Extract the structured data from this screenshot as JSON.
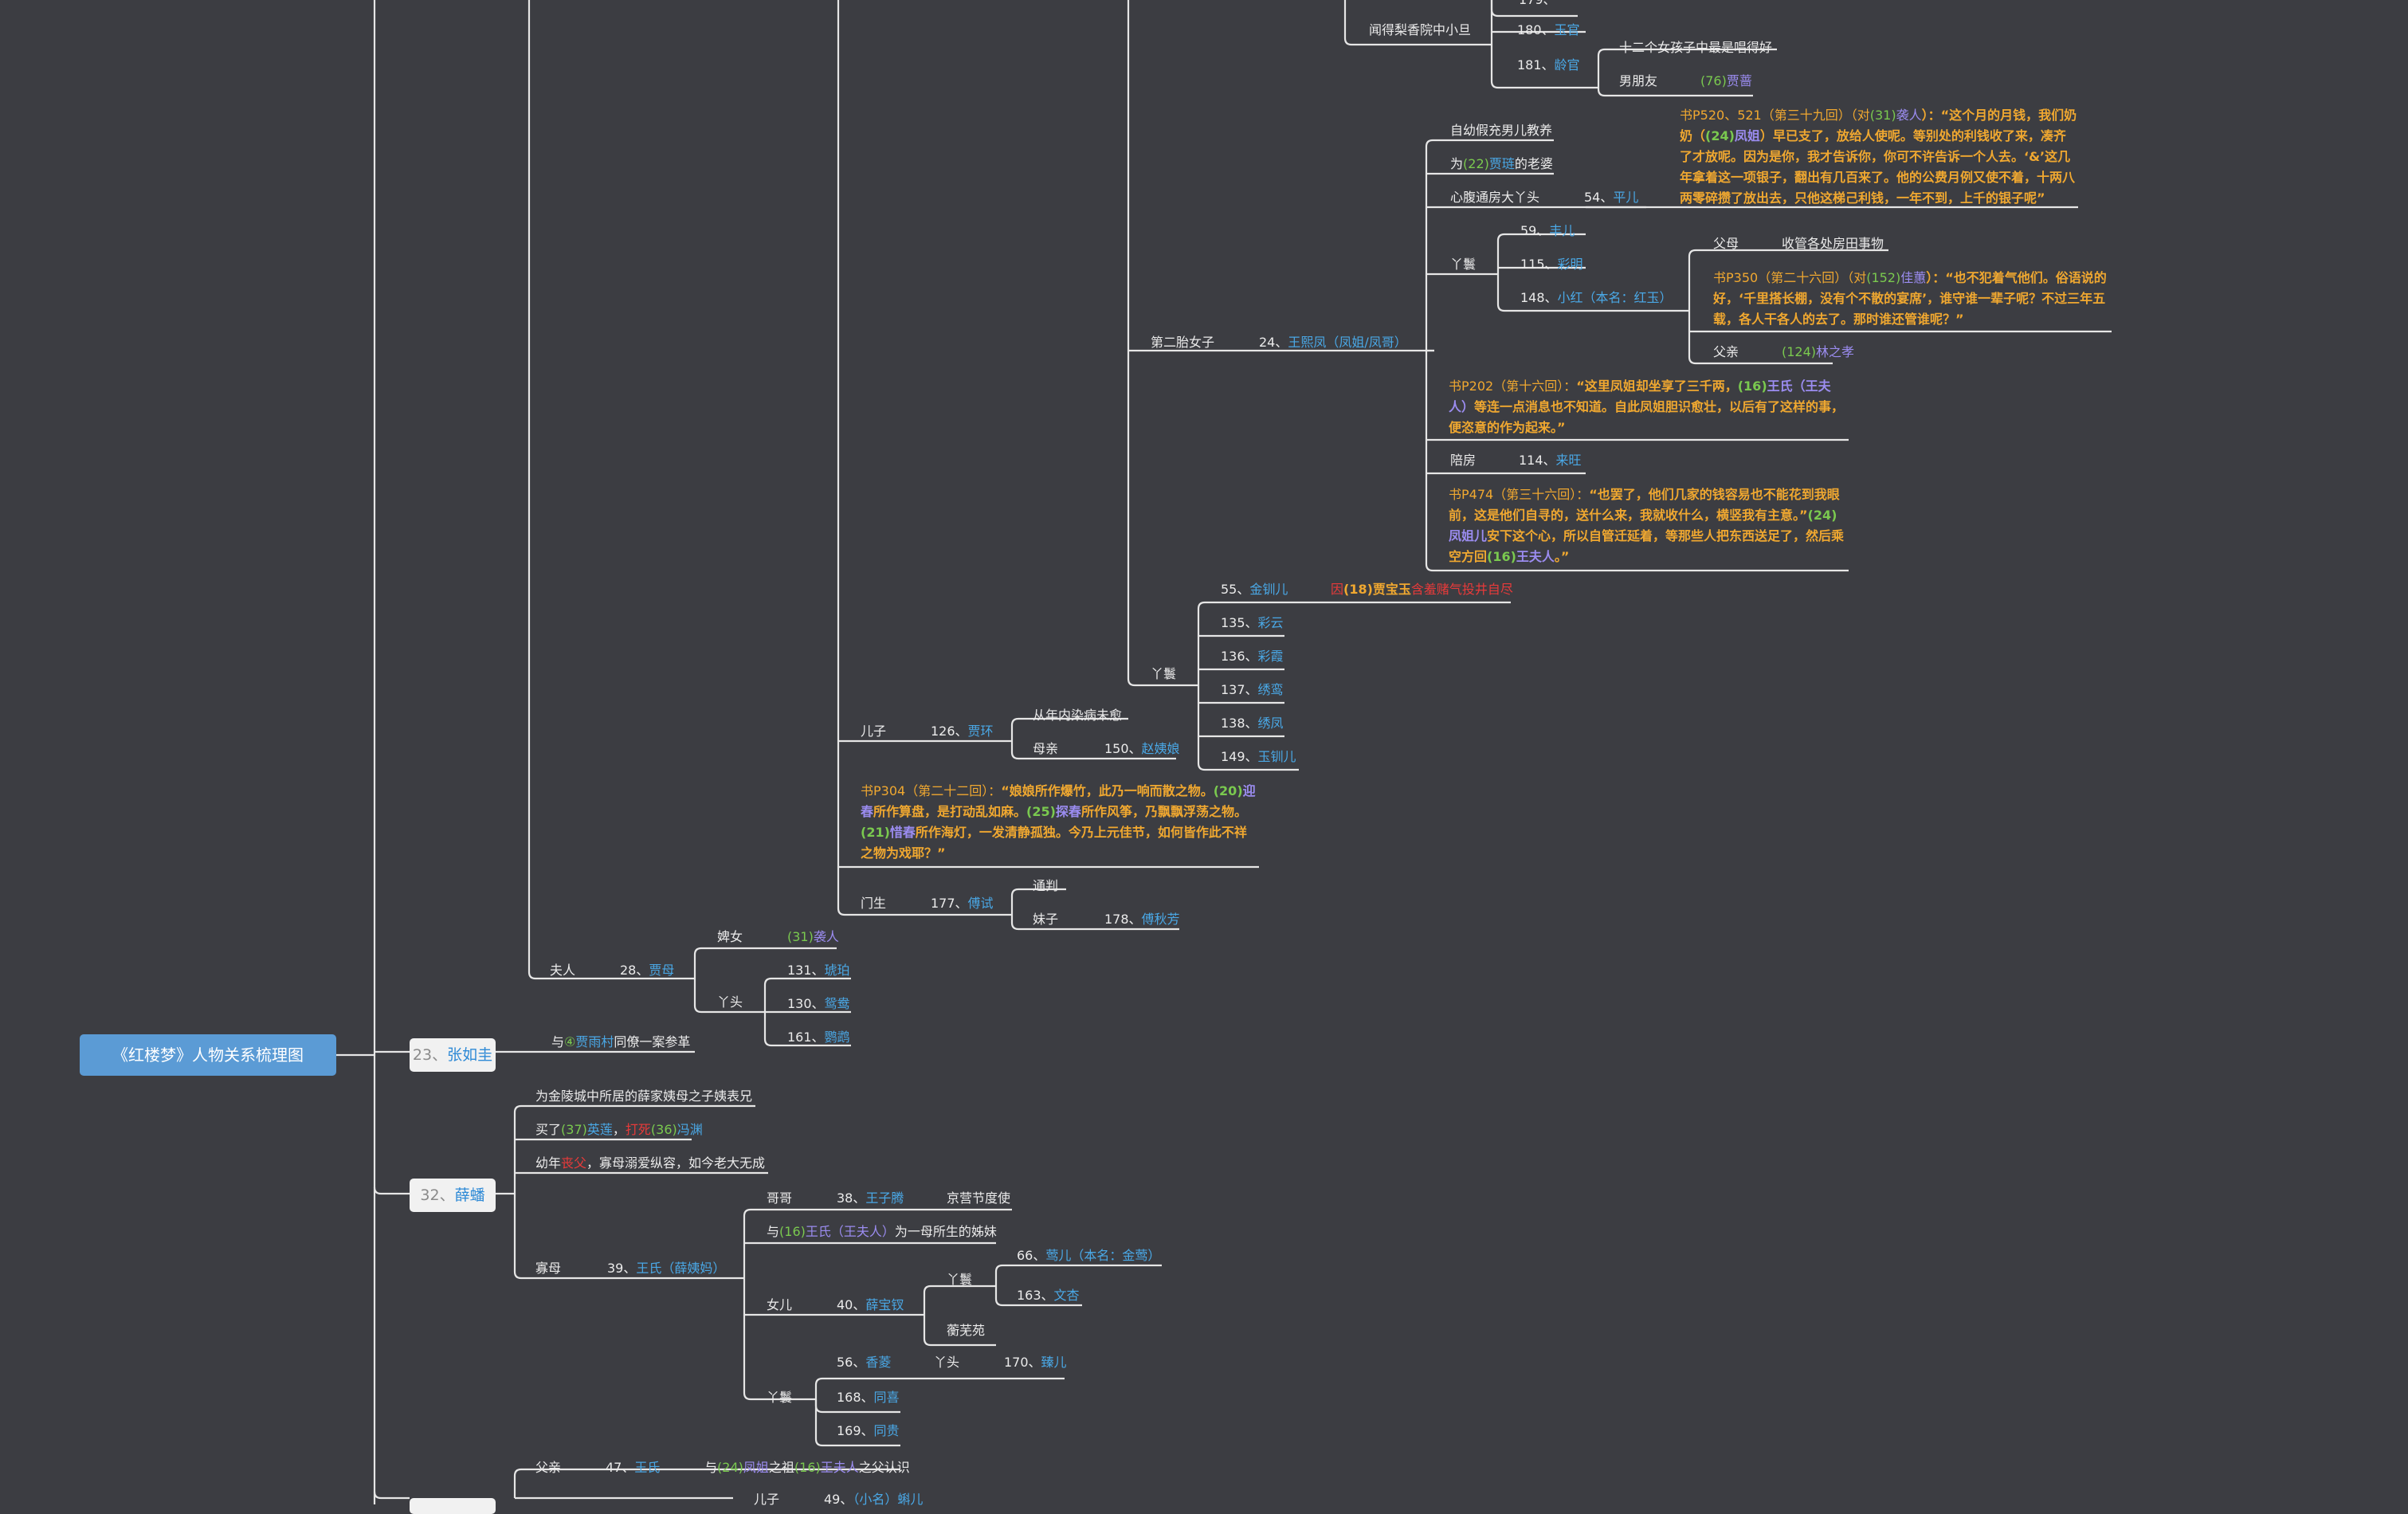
{
  "root": {
    "title": "《红楼梦》人物关系梳理图"
  },
  "top": {
    "idx179": "179、",
    "xiaodan": "闻得梨香院中小旦",
    "n180": "180、",
    "yuguan": "玉官",
    "n181": "181、",
    "linguan": "龄官",
    "best": "十二个女孩子中最是唱得好",
    "boyfriend": "男朋友",
    "n76": "(76)",
    "qiang": "贾蔷"
  },
  "fengjie": {
    "label": "第二胎女子",
    "n24": "24、",
    "name": "王熙凤（凤姐/凤哥）",
    "f1": "自幼假充男儿教养",
    "f2_pre": "为",
    "f2_num": "(22)",
    "f2_name": "贾琏",
    "f2_suf": "的老婆",
    "f3": "心腹通房大丫头",
    "n54": "54、",
    "pinger": "平儿",
    "q1_ref": "书P520、521（第三十九回）（对",
    "q1_n31": "(31)",
    "q1_xiren": "袭人",
    "q1_a": "）：“这个月的月钱，我们奶奶（",
    "q1_n24": "(24)",
    "q1_fj": "凤姐",
    "q1_b": "）早已支了，放给人使呢。等别处的利钱收了来，凑齐了才放呢。因为是你，我才告诉你，你可不许告诉一个人去。‘&’这几年拿着这一项银子，翻出有几百来了。他的公费月例又使不着，十两八两零碎攒了放出去，只他这梯己利钱，一年不到，上千的银子呢”",
    "yahuan": "丫鬟",
    "n59": "59、",
    "fenger": "丰儿",
    "n115": "115、",
    "caiming": "彩明",
    "n148": "148、",
    "xiaohong": "小红（本名：红玉）",
    "fumu": "父母",
    "fumu_task": "收管各处房田事物",
    "q2_ref": "书P350（第二十六回）（对",
    "q2_n152": "(152)",
    "q2_jiayun": "佳蕙",
    "q2_a": "）：“也不犯着气他们。俗语说的好，‘千里搭长棚，没有个不散的宴席’，谁守谁一辈子呢？不过三年五载，各人干各人的去了。那时谁还管谁呢？”",
    "fuqin": "父亲",
    "n124": "(124)",
    "lzx": "林之孝",
    "q3_ref": "书P202（第十六回）：",
    "q3_a": "“这里凤姐却坐享了三千两，",
    "q3_n16": "(16)",
    "q3_ws": "王氏（王夫人）",
    "q3_b": "等连一点消息也不知道。自此凤姐胆识愈壮，以后有了这样的事，便恣意的作为起来。”",
    "peifang": "陪房",
    "n114": "114、",
    "laiwang": "来旺",
    "q4_ref": "书P474（第三十六回）：",
    "q4_a": "“也罢了，他们几家的钱容易也不能花到我眼前，这是他们自寻的，送什么来，我就收什么，横竖我有主意。”",
    "q4_n24": "(24)",
    "q4_fj": "凤姐儿",
    "q4_b": "安下这个心，所以自管迁延着，等那些人把东西送足了，然后乘空方回",
    "q4_n16": "(16)",
    "q4_wfr": "王夫人",
    "q4_c": "。”"
  },
  "wangfuren": {
    "yahuan": "丫鬟",
    "n55": "55、",
    "jinchuan": "金钏儿",
    "ann_because": "因",
    "ann_n18": "(18)",
    "ann_bao": "贾宝玉",
    "ann_rest": "含羞赌气投井自尽",
    "n135": "135、",
    "caiyun": "彩云",
    "n136": "136、",
    "caixia": "彩霞",
    "n137": "137、",
    "xiuluan": "绣鸾",
    "n138": "138、",
    "xiufeng": "绣凤",
    "n149": "149、",
    "yuchuan": "玉钏儿"
  },
  "jiazheng": {
    "erzi": "儿子",
    "n126": "126、",
    "huan": "贾环",
    "huan_note": "从年内染病未愈",
    "muqin": "母亲",
    "n150": "150、",
    "zhao": "赵姨娘",
    "q5_ref": "书P304（第二十二回）：",
    "q5_a": "“娘娘所作爆竹，此乃一响而散之物。",
    "q5_n20": "(20)",
    "q5_yc": "迎春",
    "q5_b": "所作算盘，是打动乱如麻。",
    "q5_n25": "(25)",
    "q5_tc": "探春",
    "q5_c": "所作风筝，乃飘飘浮荡之物。",
    "q5_n21": "(21)",
    "q5_xc": "惜春",
    "q5_d": "所作海灯，一发清静孤独。今乃上元佳节，如何皆作此不祥之物为戏耶？”",
    "mensheng": "门生",
    "n177": "177、",
    "fushi": "傅试",
    "tongpan": "通判",
    "meizi": "妹子",
    "n178": "178、",
    "fqf": "傅秋芳"
  },
  "jiamu": {
    "furen": "夫人",
    "n28": "28、",
    "name": "贾母",
    "binv": "婢女",
    "n31": "(31)",
    "xiren": "袭人",
    "yatou": "丫头",
    "n131": "131、",
    "hupo": "琥珀",
    "n130": "130、",
    "yuanyang": "鸳鸯",
    "n161": "161、",
    "yingge": "鹦鹉"
  },
  "zhangruqui": {
    "n23": "23、",
    "name": "张如圭",
    "note_pre": "与",
    "note_n4": "④",
    "note_name": "贾雨村",
    "note_suf": "同僚一案参革"
  },
  "xuepan": {
    "n32": "32、",
    "name": "薛蟠",
    "p1": "为金陵城中所居的薛家姨母之子姨表兄",
    "p2_pre": "买了",
    "p2_n37": "(37)",
    "p2_yl": "英莲",
    "p2_mid": "，",
    "p2_beat": "打死",
    "p2_n36": "(36)",
    "p2_fy": "冯渊",
    "p3_pre": "幼年",
    "p3_dead": "丧父",
    "p3_suf": "，寡母溺爱纵容，如今老大无成",
    "guamu": "寡母",
    "n39": "39、",
    "xym": "王氏（薛姨妈）",
    "gege": "哥哥",
    "n38": "38、",
    "wzt": "王子腾",
    "wzt_note": "京营节度使",
    "sis_pre": "与",
    "sis_n16": "(16)",
    "sis_ws": "王氏（王夫人）",
    "sis_suf": "为一母所生的姊妹",
    "nver": "女儿",
    "n40": "40、",
    "baochai": "薛宝钗",
    "bc_yahuan": "丫鬟",
    "n66": "66、",
    "yinger": "莺儿（本名：金莺）",
    "n163": "163、",
    "wenxing": "文杏",
    "hengwu": "蘅芜苑",
    "xy_yahuan": "丫鬟",
    "n56": "56、",
    "xiangling": "香菱",
    "xl_yatou": "丫头",
    "n170": "170、",
    "zhener": "臻儿",
    "n168": "168、",
    "tongxi": "同喜",
    "n169": "169、",
    "tonggui": "同贵"
  },
  "bottom": {
    "fuqin": "父亲",
    "n47": "47、",
    "wangshi": "王氏",
    "note_pre": "与",
    "note_n24": "(24)",
    "note_fj": "凤姐",
    "note_mid": "之祖",
    "note_n16": "(16)",
    "note_wfr": "王夫人",
    "note_suf": "之父认识",
    "erzi": "儿子",
    "n49": "49、",
    "xiaoming": "（小名）蝌儿"
  },
  "colors": {
    "background": "#3c3d42",
    "line": "#e6e6e6",
    "name": "#4aa8e6",
    "number": "#7ac94f",
    "alt": "#9b8cf0",
    "quote": "#f0a830",
    "alert": "#e83a3a",
    "root": "#5b9bd5"
  }
}
